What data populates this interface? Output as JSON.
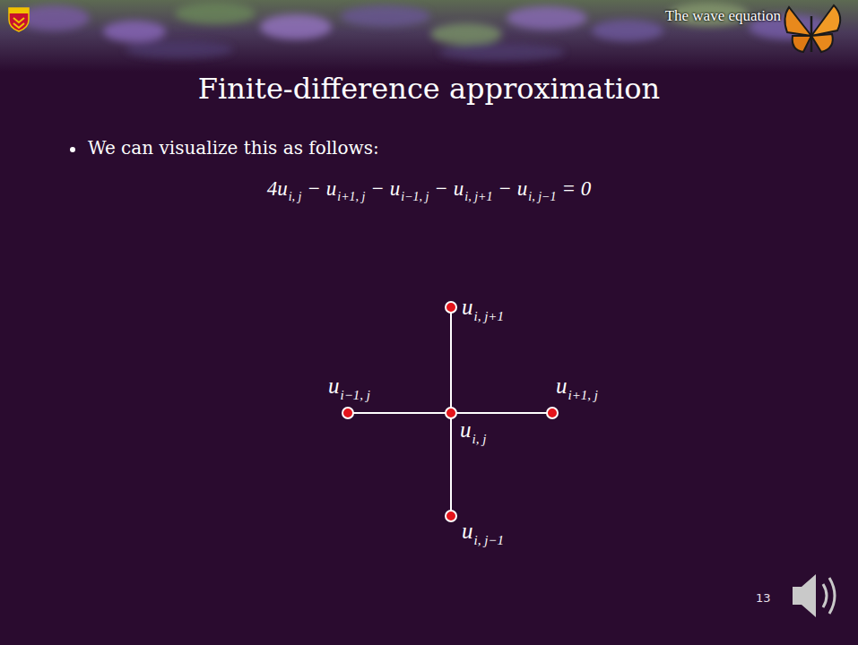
{
  "diagram": {
    "title": "Finite-difference approximation",
    "labels": [
      "The wave equation",
      "We can visualize this as follows:",
      "4u",
      "i, j",
      "− u",
      "i+1, j",
      "− u",
      "i−1, j",
      "− u",
      "i, j+1",
      "− u",
      "i, j−1",
      "= 0",
      "u",
      "i, j+1",
      "u",
      "i−1, j",
      "u",
      "i+1, j",
      "u",
      "i, j",
      "u",
      "i, j−1",
      "13"
    ]
  }
}
